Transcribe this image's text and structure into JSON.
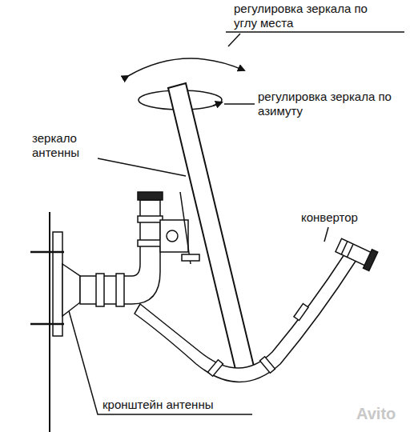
{
  "diagram": {
    "labels": [
      "регулировка зеркала по углу места",
      "регулировка зеркала по азимуту",
      "зеркало антенны",
      "конвертор",
      "кронштейн антенны",
      "Avito"
    ]
  }
}
